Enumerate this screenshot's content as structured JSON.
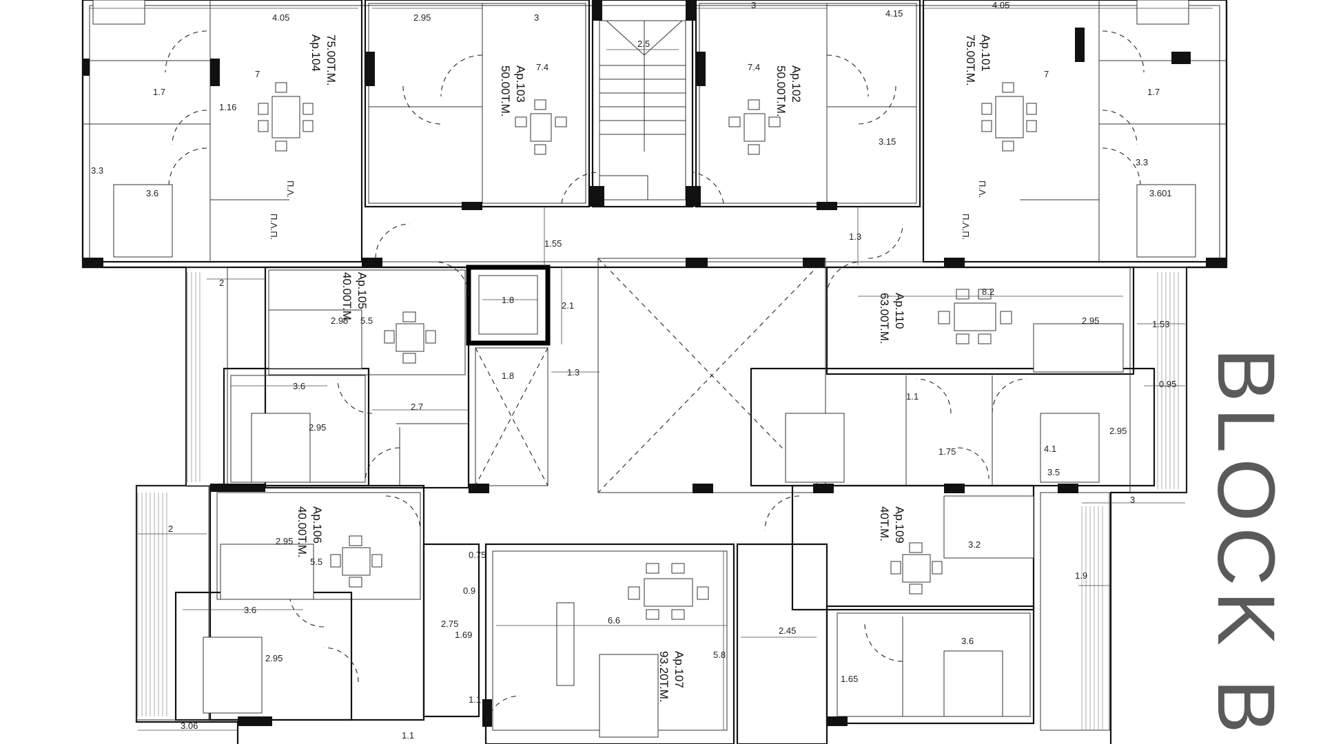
{
  "block_title": "BLOCK B",
  "apartments": [
    {
      "id": "ap101",
      "name": "Ap.101",
      "area": "75.00T.M."
    },
    {
      "id": "ap102",
      "name": "Ap.102",
      "area": "50.00T.M."
    },
    {
      "id": "ap103",
      "name": "Ap.103",
      "area": "50.00T.M."
    },
    {
      "id": "ap104",
      "name": "Ap.104",
      "area": "75.00T.M."
    },
    {
      "id": "ap105",
      "name": "Ap.105",
      "area": "40.00T.M."
    },
    {
      "id": "ap106",
      "name": "Ap.106",
      "area": "40.00T.M."
    },
    {
      "id": "ap107",
      "name": "Ap.107",
      "area": "93.20T.M."
    },
    {
      "id": "ap109",
      "name": "Ap.109",
      "area": "40T.M."
    },
    {
      "id": "ap110",
      "name": "Ap.110",
      "area": "63.00T.M."
    }
  ],
  "utility_labels": [
    "Π.Λ.",
    "Π.Λ.Π.",
    "Π.Λ.",
    "Π.Λ.Π."
  ],
  "dimensions": [
    "4.05",
    "2.95",
    "3",
    "3",
    "4.15",
    "4.05",
    "2.5",
    "7",
    "7.4",
    "7.4",
    "7",
    "1.7",
    "1.16",
    "1.7",
    "3.3",
    "3.3",
    "3.6",
    "3.601",
    "3.15",
    "1.55",
    "1.3",
    "2",
    "1.8",
    "2.1",
    "8.2",
    "5.5",
    "2.95",
    "2.95",
    "1.53",
    "1.8",
    "1.3",
    "3.6",
    "2.7",
    "2.95",
    "1.1",
    "0.95",
    "1.75",
    "4.1",
    "2.95",
    "3.5",
    "3",
    "2",
    "2.95",
    "5.5",
    "0.75",
    "3.2",
    "3.6",
    "0.9",
    "1.9",
    "2.75",
    "1.69",
    "6.6",
    "2.45",
    "3.6",
    "2.95",
    "5.8",
    "1.65",
    "1.1",
    "3.06",
    "1.1"
  ]
}
